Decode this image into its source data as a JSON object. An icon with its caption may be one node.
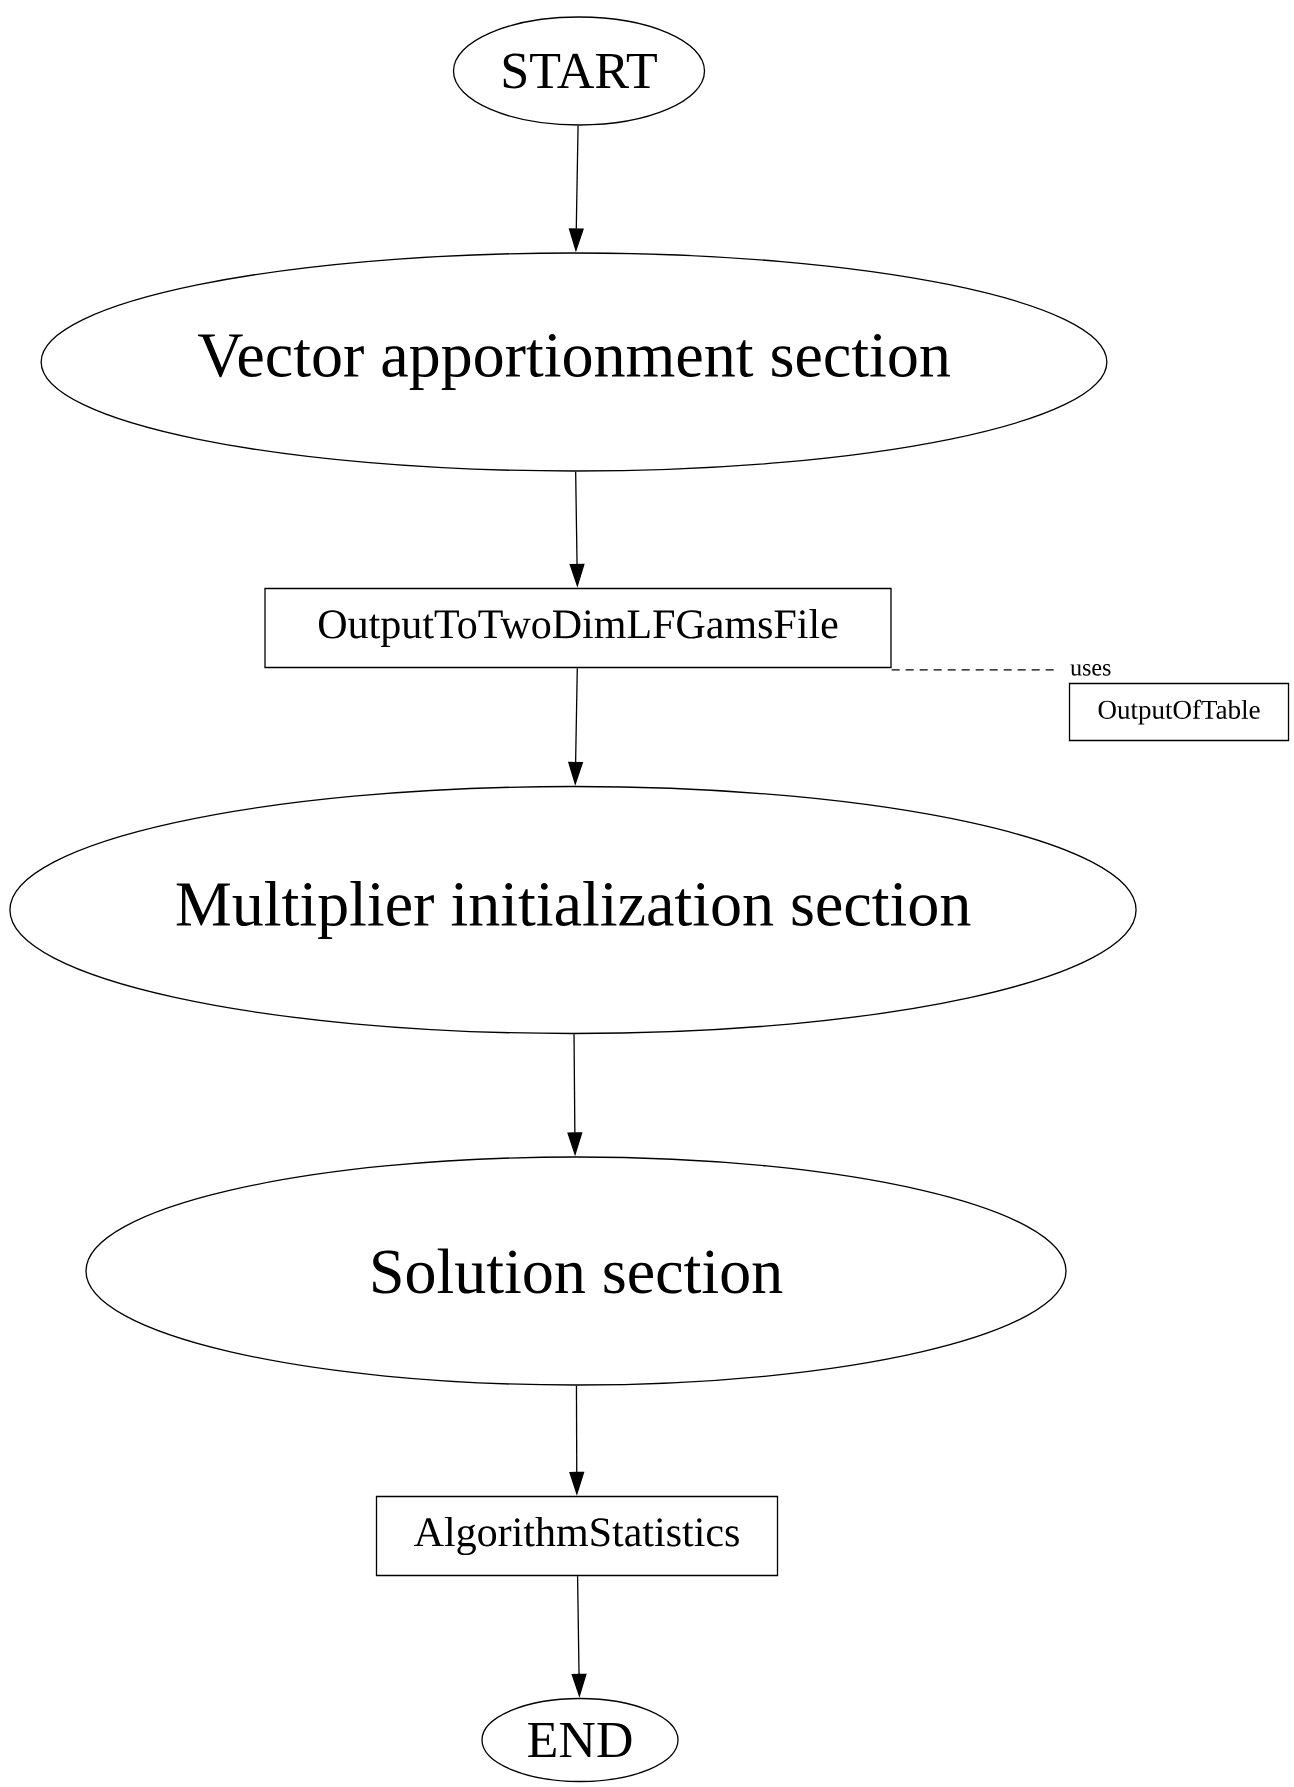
{
  "diagram": {
    "nodes": [
      {
        "text": [
          "START"
        ]
      },
      {
        "text": [
          "Vector apportionment section"
        ]
      },
      {
        "text": [
          "OutputToTwoDimLFGamsFile"
        ]
      },
      {
        "text": [
          "uses",
          "OutputOfTable"
        ]
      },
      {
        "text": [
          "Multiplier initialization section"
        ]
      },
      {
        "text": [
          "Solution section"
        ]
      },
      {
        "text": [
          "AlgorithmStatistics"
        ]
      },
      {
        "text": [
          "END"
        ]
      }
    ],
    "edges": [
      {
        "from": 0,
        "to": 1,
        "arrow": "to"
      },
      {
        "from": 1,
        "to": 2,
        "arrow": "to"
      },
      {
        "from": 2,
        "to": 3,
        "arrow": "none",
        "style": "dashed"
      },
      {
        "from": 2,
        "to": 4,
        "arrow": "to"
      },
      {
        "from": 4,
        "to": 5,
        "arrow": "to"
      },
      {
        "from": 5,
        "to": 6,
        "arrow": "to"
      },
      {
        "from": 6,
        "to": 7,
        "arrow": "to"
      }
    ]
  }
}
